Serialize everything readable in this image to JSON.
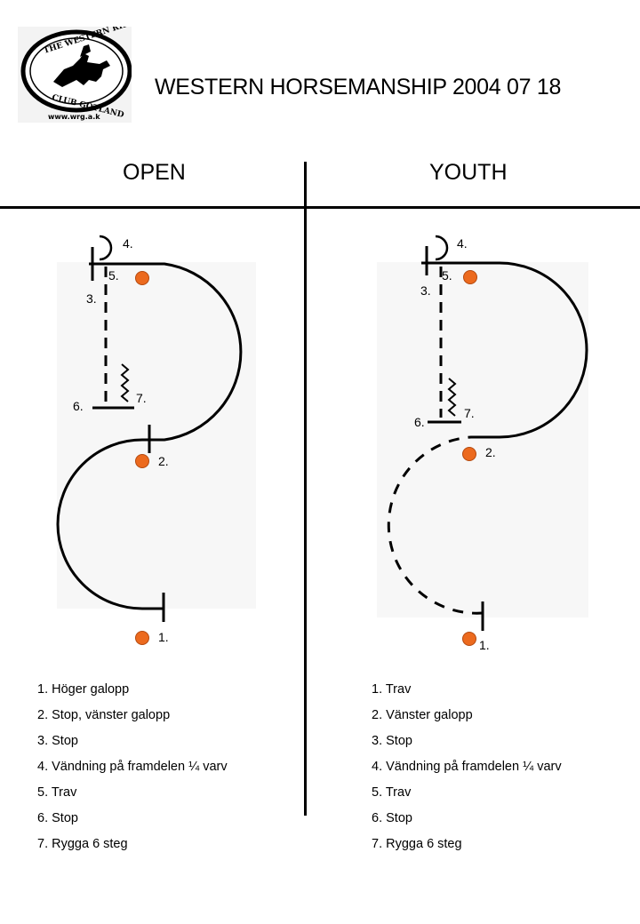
{
  "logo": {
    "name": "western-riders-club-logo",
    "text_top": "THE WESTERN RIDERS",
    "text_bottom": "CLUB GOTLAND",
    "url": "www.wrg.a.k"
  },
  "title": "WESTERN HORSEMANSHIP 2004 07 18",
  "open": {
    "heading": "OPEN",
    "markers": {
      "m1": "1.",
      "m2": "2.",
      "m3": "3.",
      "m4": "4.",
      "m5": "5.",
      "m6": "6.",
      "m7": "7."
    },
    "steps": [
      "1. Höger galopp",
      "2. Stop, vänster galopp",
      "3. Stop",
      "4. Vändning på framdelen ¼ varv",
      "5. Trav",
      "6. Stop",
      "7. Rygga 6 steg"
    ]
  },
  "youth": {
    "heading": "YOUTH",
    "markers": {
      "m1": "1.",
      "m2": "2.",
      "m3": "3.",
      "m4": "4.",
      "m5": "5.",
      "m6": "6.",
      "m7": "7."
    },
    "steps": [
      "1. Trav",
      "2. Vänster galopp",
      "3. Stop",
      "4. Vändning på framdelen ¼ varv",
      "5. Trav",
      "6. Stop",
      "7. Rygga 6 steg"
    ]
  },
  "colors": {
    "cone": "#ec6a1e",
    "cone_stroke": "#b44a10",
    "line": "#000000",
    "panel_bg": "#f7f7f7"
  }
}
